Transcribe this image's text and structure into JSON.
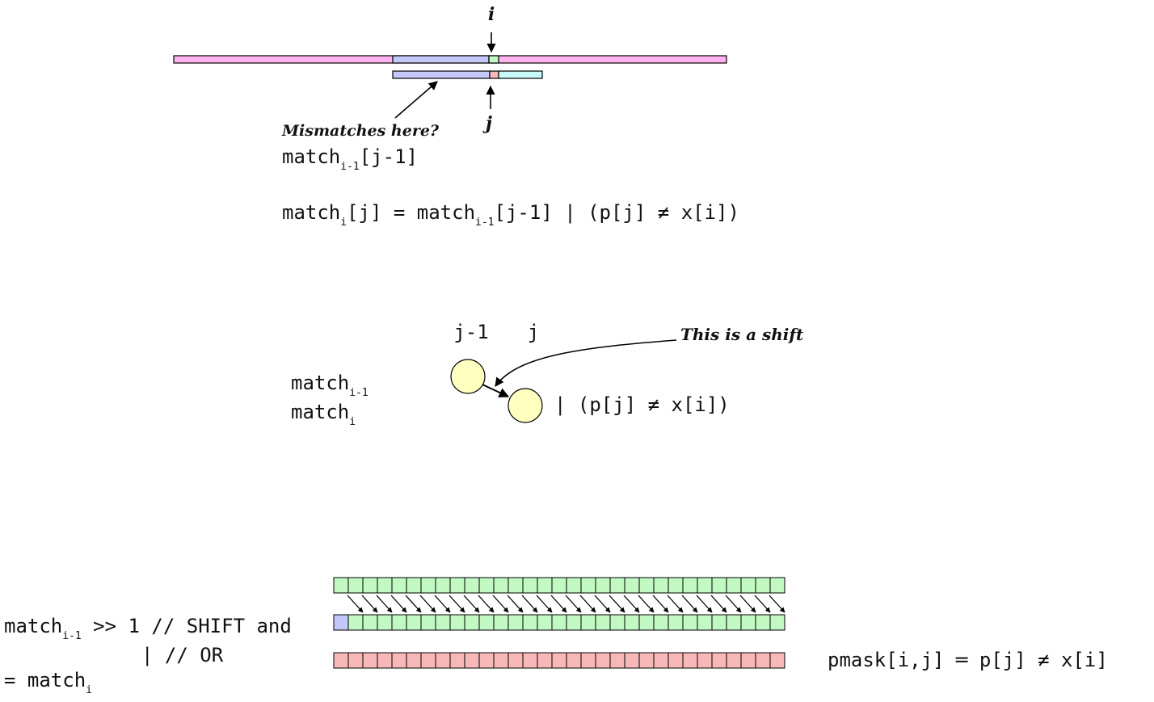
{
  "top": {
    "label_i": "i",
    "label_j": "j",
    "mismatch_note": "Mismatches here?",
    "prev_match_base": "match",
    "prev_match_sub": "i-1",
    "prev_match_idx": "[j-1]",
    "eq_lhs_base": "match",
    "eq_lhs_sub": "i",
    "eq_lhs_idx": "[j] = ",
    "eq_rhs_base": "match",
    "eq_rhs_sub": "i-1",
    "eq_rhs_tail": "[j-1] | (p[j] ≠ x[i])"
  },
  "middle": {
    "col_jm1": "j-1",
    "col_j": "j",
    "shift_note": "This is a shift",
    "row1_base": "match",
    "row1_sub": "i-1",
    "row2_base": "match",
    "row2_sub": "i",
    "or_text": "| (p[j] ≠ x[i])"
  },
  "bottom": {
    "shift_base": "match",
    "shift_sub": "i-1",
    "shift_tail": " >> 1 // SHIFT and",
    "or_line": "| // OR",
    "result_prefix": "= match",
    "result_sub": "i",
    "pmask_text": "pmask[i,j] ═ p[j] ≠ x[i]"
  },
  "colors": {
    "pink": "#ffb3ee",
    "lavender": "#c4c8f8",
    "green": "#c2f8c2",
    "red": "#f8b8b8",
    "cyan": "#cafbfb",
    "yellow": "#ffffc0"
  }
}
